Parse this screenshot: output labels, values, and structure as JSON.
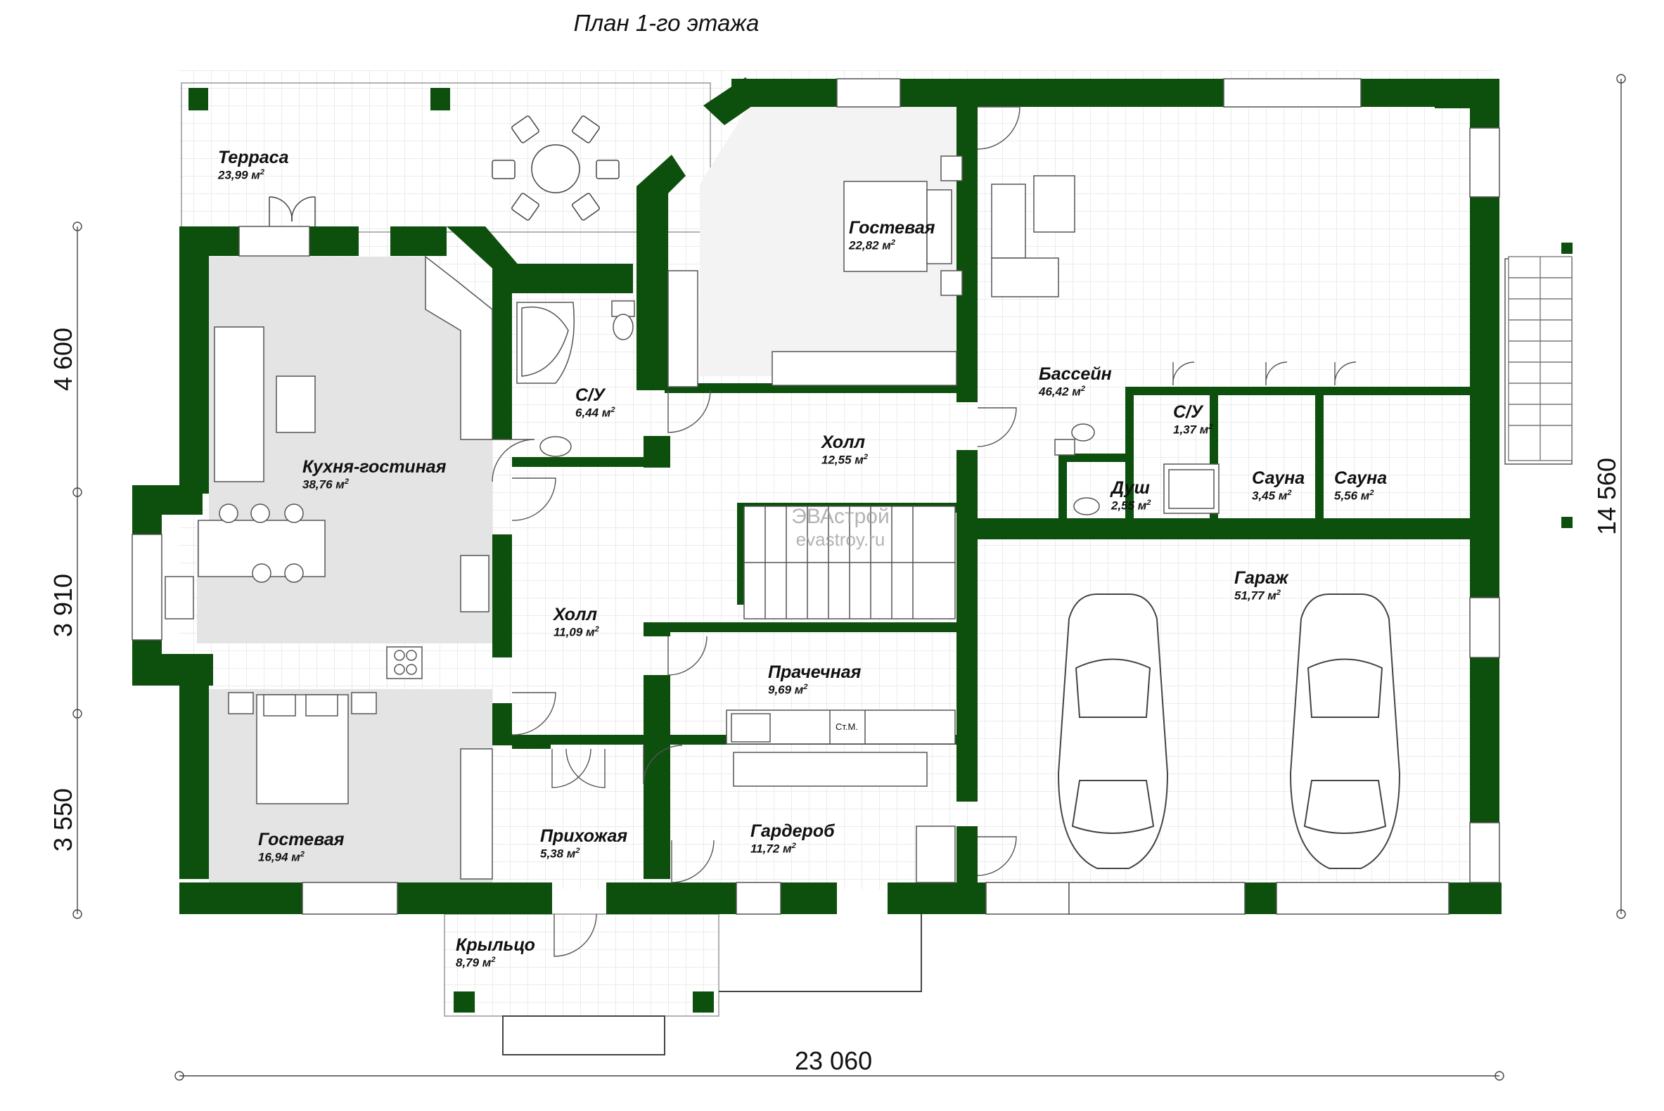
{
  "title": "План 1-го этажа",
  "colors": {
    "wall": "#0d4f0d",
    "room_fill": "#e4e4e4",
    "grid_line": "#e2e2e2",
    "outline": "#555555"
  },
  "rooms": [
    {
      "name": "Терраса",
      "area": "23,99 м"
    },
    {
      "name": "Гостевая",
      "area": "22,82 м"
    },
    {
      "name": "Бассейн",
      "area": "46,42 м"
    },
    {
      "name": "С/У",
      "area": "6,44 м"
    },
    {
      "name": "С/У",
      "area": "1,37 м"
    },
    {
      "name": "Холл",
      "area": "12,55 м"
    },
    {
      "name": "Кухня-гостиная",
      "area": "38,76 м"
    },
    {
      "name": "Душ",
      "area": "2,55 м"
    },
    {
      "name": "Сауна",
      "area": "3,45 м"
    },
    {
      "name": "Сауна",
      "area": "5,56 м"
    },
    {
      "name": "Холл",
      "area": "11,09 м"
    },
    {
      "name": "Гараж",
      "area": "51,77 м"
    },
    {
      "name": "Прачечная",
      "area": "9,69 м"
    },
    {
      "name": "Гостевая",
      "area": "16,94 м"
    },
    {
      "name": "Прихожая",
      "area": "5,38 м"
    },
    {
      "name": "Гардероб",
      "area": "11,72 м"
    },
    {
      "name": "Крыльцо",
      "area": "8,79 м"
    }
  ],
  "area_unit_sup": "2",
  "labels": {
    "laundry_note": "Ст.М."
  },
  "watermark": {
    "brand": "ЭВАстрой",
    "site": "evastroy.ru"
  },
  "dimensions": {
    "left_top": "4 600",
    "left_mid": "3 910",
    "left_bottom": "3 550",
    "right_total": "14 560",
    "bottom_total": "23 060"
  }
}
